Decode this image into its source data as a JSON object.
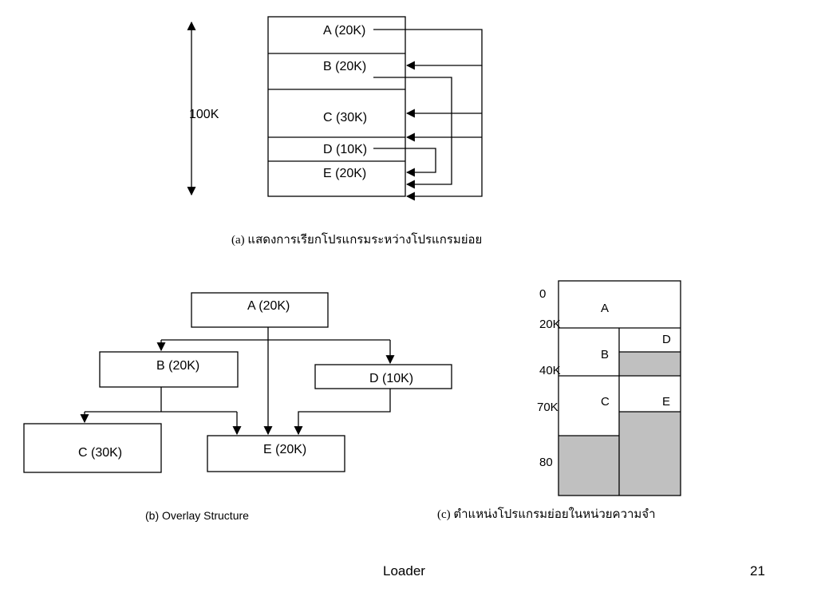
{
  "diagram_a": {
    "size_label": "100K",
    "segments": [
      "A (20K)",
      "B (20K)",
      "C (30K)",
      "D (10K)",
      "E (20K)"
    ],
    "caption": "(a) แสดงการเรียกโปรแกรมระหว่างโปรแกรมย่อย"
  },
  "diagram_b": {
    "nodes": {
      "A": "A (20K)",
      "B": "B (20K)",
      "C": "C (30K)",
      "D": "D (10K)",
      "E": "E (20K)"
    },
    "caption": "(b) Overlay Structure"
  },
  "diagram_c": {
    "address_labels": [
      "0",
      "20K",
      "40K",
      "70K",
      "80"
    ],
    "segments": {
      "A": "A",
      "B": "B",
      "C": "C",
      "D": "D",
      "E": "E"
    },
    "caption": "(c) ตำแหน่งโปรแกรมย่อยในหน่วยความจำ"
  },
  "footer": {
    "title": "Loader",
    "page_number": "21"
  },
  "colors": {
    "stroke": "#000000",
    "unused_memory": "#c0c0c0"
  }
}
